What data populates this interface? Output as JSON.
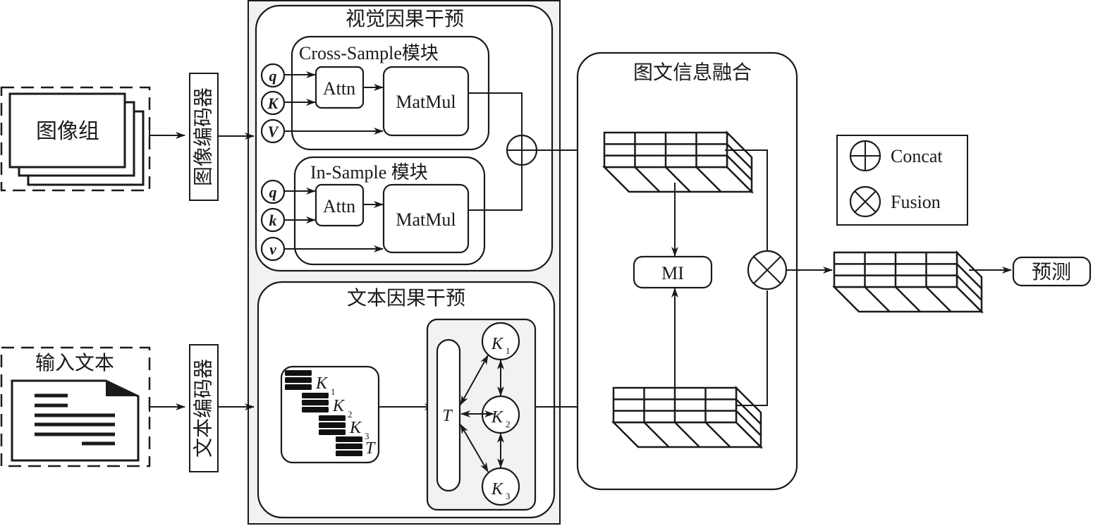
{
  "inputs": {
    "image_group": {
      "label": "图像组"
    },
    "input_text": {
      "label": "输入文本"
    }
  },
  "encoders": {
    "image_encoder": "图像编码器",
    "text_encoder": "文本编码器"
  },
  "visual_intervention": {
    "title": "视觉因果干预",
    "cross_sample": {
      "title": "Cross-Sample模块",
      "inputs": [
        "q",
        "K",
        "V"
      ],
      "attn": "Attn",
      "matmul": "MatMul"
    },
    "in_sample": {
      "title": "In-Sample 模块",
      "inputs": [
        "q",
        "k",
        "v"
      ],
      "attn": "Attn",
      "matmul": "MatMul"
    }
  },
  "text_intervention": {
    "title": "文本因果干预",
    "token_labels": [
      {
        "base": "K",
        "sub": "1"
      },
      {
        "base": "K",
        "sub": "2"
      },
      {
        "base": "K",
        "sub": "3"
      },
      {
        "base": "T",
        "sub": ""
      }
    ],
    "graph": {
      "center": "T",
      "nodes": [
        {
          "base": "K",
          "sub": "1"
        },
        {
          "base": "K",
          "sub": "2"
        },
        {
          "base": "K",
          "sub": "3"
        }
      ]
    }
  },
  "fusion": {
    "title": "图文信息融合",
    "mi_label": "MI"
  },
  "output": {
    "label": "预测"
  },
  "legend": {
    "items": [
      {
        "icon": "concat-icon",
        "label": "Concat"
      },
      {
        "icon": "fusion-icon",
        "label": "Fusion"
      }
    ]
  },
  "colors": {
    "stroke": "#1a1a1a",
    "panel_fill": "#f2f2f2",
    "background": "#ffffff"
  }
}
